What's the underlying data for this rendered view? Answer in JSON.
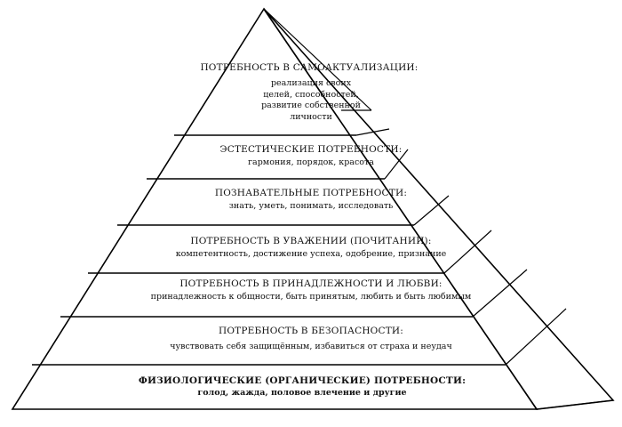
{
  "pyramid": {
    "tiers": [
      {
        "title": "ПОТРЕБНОСТЬ В САМОАКТУАЛИЗАЦИИ:",
        "desc_lines": [
          "реализация своих",
          "целей, способностей,",
          "развитие собственной",
          "личности"
        ]
      },
      {
        "title": "ЭСТЕСТИЧЕСКИЕ ПОТРЕБНОСТИ:",
        "desc": "гармония, порядок, красота"
      },
      {
        "title": "ПОЗНАВАТЕЛЬНЫЕ ПОТРЕБНОСТИ:",
        "desc": "знать, уметь, понимать, исследовать"
      },
      {
        "title": "ПОТРЕБНОСТЬ В УВАЖЕНИИ (ПОЧИТАНИИ):",
        "desc": "компетентность, достижение успеха, одобрение, признание"
      },
      {
        "title": "ПОТРЕБНОСТЬ В ПРИНАДЛЕЖНОСТИ И ЛЮБВИ:",
        "desc": "принадлежность к общности, быть принятым, любить и быть любимым"
      },
      {
        "title": "ПОТРЕБНОСТЬ В БЕЗОПАСНОСТИ:",
        "desc": "чувствовать себя защищённым, избавиться от страха и неудач"
      },
      {
        "title": "ФИЗИОЛОГИЧЕСКИЕ (ОРГАНИЧЕСКИЕ) ПОТРЕБНОСТИ:",
        "desc": "голод, жажда, половое влечение и другие"
      }
    ]
  }
}
